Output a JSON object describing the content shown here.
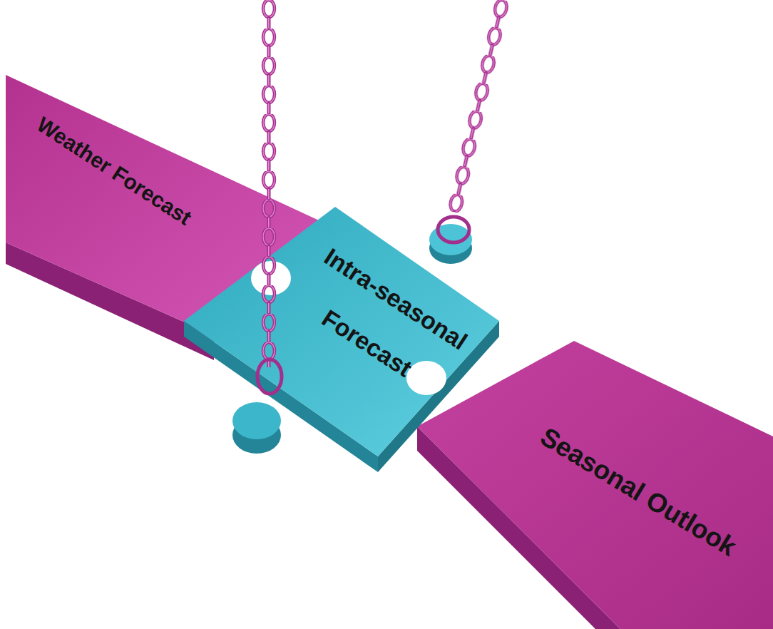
{
  "diagram": {
    "nodes": [
      {
        "text": [
          "Weather Forecast"
        ]
      },
      {
        "text": [
          "Intra-seasonal Forecast"
        ]
      },
      {
        "text": [
          "Seasonal Outlook"
        ]
      }
    ]
  }
}
